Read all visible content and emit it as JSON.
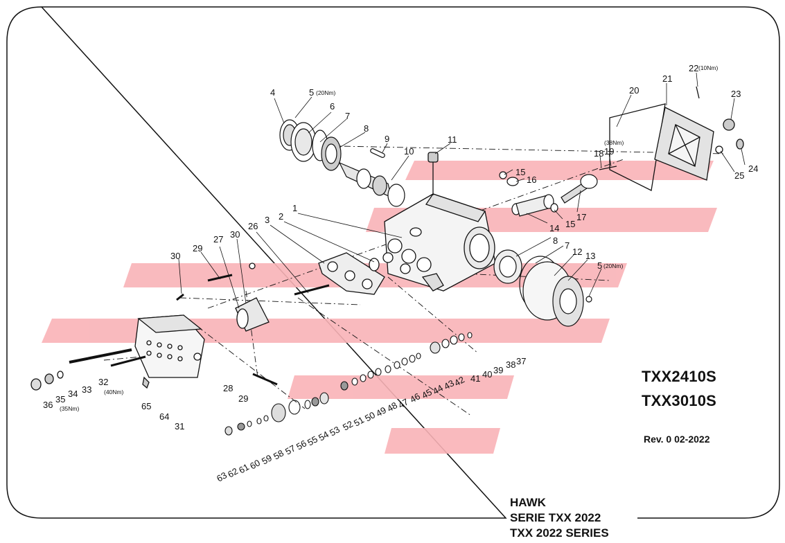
{
  "title_block": {
    "model_1": "TXX2410S",
    "model_2": "TXX3010S",
    "revision": "Rev. 0 02-2022",
    "brand": "HAWK",
    "series_it": "SERIE TXX 2022",
    "series_en": "TXX 2022 SERIES"
  },
  "torque_labels": {
    "t5_top": "(20Nm)",
    "t5_bottom": "(20Nm)",
    "t22": "(10Nm)",
    "t20": "(38Nm)",
    "t32": "(40Nm)",
    "t35": "(35Nm)"
  },
  "part_callouts": [
    "1",
    "2",
    "3",
    "4",
    "5",
    "6",
    "7",
    "8",
    "9",
    "10",
    "11",
    "12",
    "13",
    "14",
    "15",
    "16",
    "17",
    "18",
    "19",
    "20",
    "21",
    "22",
    "23",
    "24",
    "25",
    "26",
    "27",
    "28",
    "29",
    "30",
    "31",
    "32",
    "33",
    "34",
    "35",
    "36",
    "37",
    "38",
    "39",
    "40",
    "41",
    "42",
    "43",
    "44",
    "45",
    "46",
    "47",
    "48",
    "49",
    "50",
    "51",
    "52",
    "53",
    "54",
    "55",
    "56",
    "57",
    "58",
    "59",
    "60",
    "61",
    "62",
    "63",
    "64",
    "65"
  ],
  "watermark_color": "#f7a8ad"
}
